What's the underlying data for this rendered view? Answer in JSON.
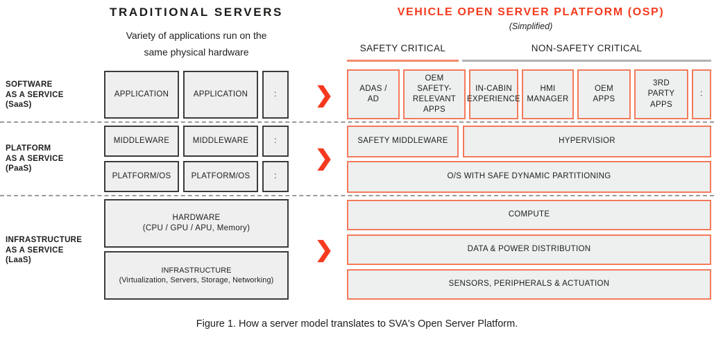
{
  "page": {
    "caption": "Figure 1. How a server model translates to SVA's Open Server Platform."
  },
  "colors": {
    "accent_red": "#F53A1F",
    "osp_box_border": "#F4795B",
    "osp_box_fill": "#EDF0EF",
    "traditional_box_border": "#3B3B3A",
    "traditional_box_fill": "#EFEFEF",
    "text": "#1D1D1B",
    "dashed_divider": "#9A9A98",
    "safety_underline": "#F48B6C",
    "non_safety_underline": "#B1B1B1"
  },
  "icons": {
    "chevron_right": "❯"
  },
  "service_layers": [
    {
      "label": "SOFTWARE\nAS A SERVICE\n(SaaS)"
    },
    {
      "label": "PLATFORM\nAS A SERVICE\n(PaaS)"
    },
    {
      "label": "INFRASTRUCTURE\nAS A SERVICE\n(LaaS)"
    }
  ],
  "traditional": {
    "title": "TRADITIONAL SERVERS",
    "subtitle": "Variety of applications run on the\nsame physical hardware",
    "saas_row": [
      "APPLICATION",
      "APPLICATION",
      ":"
    ],
    "middleware_row": [
      "MIDDLEWARE",
      "MIDDLEWARE",
      ":"
    ],
    "platform_row": [
      "PLATFORM/OS",
      "PLATFORM/OS",
      ":"
    ],
    "hardware": "HARDWARE\n(CPU / GPU / APU, Memory)",
    "infrastructure": "INFRASTRUCTURE\n(Virtualization, Servers, Storage, Networking)"
  },
  "osp": {
    "title": "VEHICLE OPEN SERVER PLATFORM (OSP)",
    "subtitle": "(Simplified)",
    "safety_header": "SAFETY CRITICAL",
    "non_safety_header": "NON-SAFETY CRITICAL",
    "saas_row": [
      "ADAS /\nAD",
      "OEM\nSAFETY-\nRELEVANT\nAPPS",
      "IN-CABIN\nEXPERIENCE",
      "HMI\nMANAGER",
      "OEM\nAPPS",
      "3RD\nPARTY\nAPPS",
      ":"
    ],
    "safety_middleware": "SAFETY MIDDLEWARE",
    "hypervisor": "HYPERVISIOR",
    "os_partitioning": "O/S WITH SAFE DYNAMIC PARTITIONING",
    "compute": "COMPUTE",
    "data_power": "DATA & POWER DISTRIBUTION",
    "sensors": "SENSORS, PERIPHERALS & ACTUATION"
  }
}
